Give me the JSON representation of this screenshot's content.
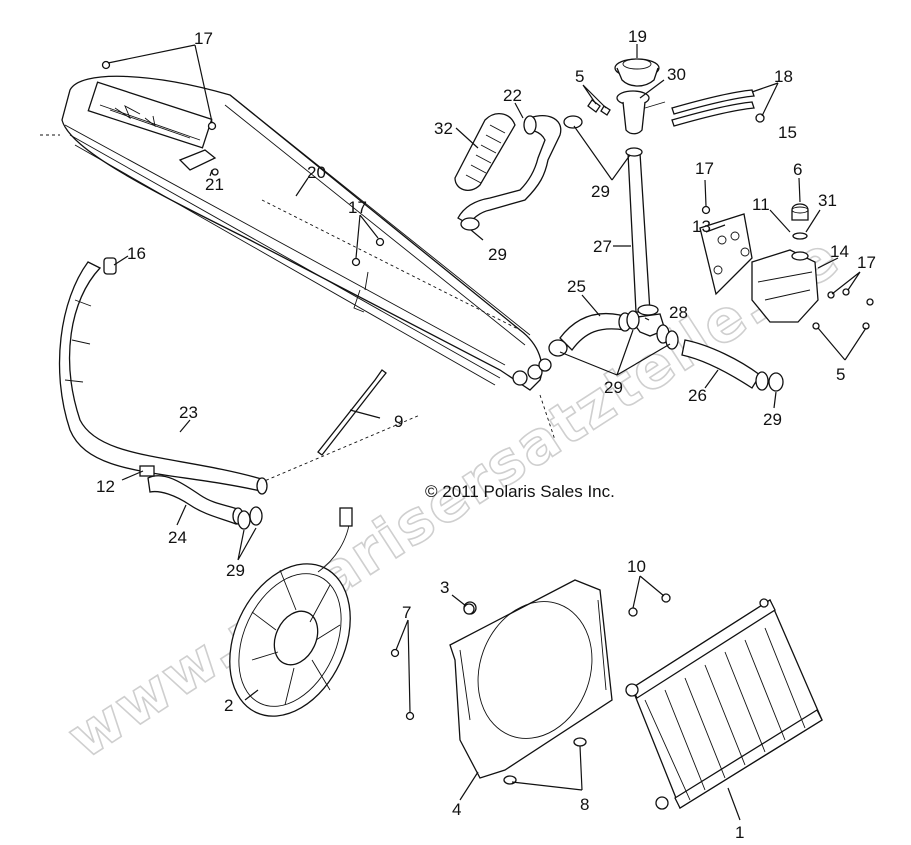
{
  "copyright": "© 2011 Polaris Sales Inc.",
  "watermark": "www.polarisersatzteile.de",
  "callouts": [
    {
      "id": "c1",
      "label": "1"
    },
    {
      "id": "c2",
      "label": "2"
    },
    {
      "id": "c3",
      "label": "3"
    },
    {
      "id": "c4",
      "label": "4"
    },
    {
      "id": "c5a",
      "label": "5"
    },
    {
      "id": "c5b",
      "label": "5"
    },
    {
      "id": "c6",
      "label": "6"
    },
    {
      "id": "c7",
      "label": "7"
    },
    {
      "id": "c8",
      "label": "8"
    },
    {
      "id": "c9",
      "label": "9"
    },
    {
      "id": "c10",
      "label": "10"
    },
    {
      "id": "c11",
      "label": "11"
    },
    {
      "id": "c12",
      "label": "12"
    },
    {
      "id": "c13",
      "label": "13"
    },
    {
      "id": "c14",
      "label": "14"
    },
    {
      "id": "c15",
      "label": "15"
    },
    {
      "id": "c16",
      "label": "16"
    },
    {
      "id": "c17a",
      "label": "17"
    },
    {
      "id": "c17b",
      "label": "17"
    },
    {
      "id": "c17c",
      "label": "17"
    },
    {
      "id": "c17d",
      "label": "17"
    },
    {
      "id": "c18",
      "label": "18"
    },
    {
      "id": "c19",
      "label": "19"
    },
    {
      "id": "c20",
      "label": "20"
    },
    {
      "id": "c21",
      "label": "21"
    },
    {
      "id": "c22",
      "label": "22"
    },
    {
      "id": "c23",
      "label": "23"
    },
    {
      "id": "c24",
      "label": "24"
    },
    {
      "id": "c25",
      "label": "25"
    },
    {
      "id": "c26",
      "label": "26"
    },
    {
      "id": "c27",
      "label": "27"
    },
    {
      "id": "c28",
      "label": "28"
    },
    {
      "id": "c29a",
      "label": "29"
    },
    {
      "id": "c29b",
      "label": "29"
    },
    {
      "id": "c29c",
      "label": "29"
    },
    {
      "id": "c29d",
      "label": "29"
    },
    {
      "id": "c29e",
      "label": "29"
    },
    {
      "id": "c30",
      "label": "30"
    },
    {
      "id": "c31",
      "label": "31"
    },
    {
      "id": "c32",
      "label": "32"
    }
  ]
}
